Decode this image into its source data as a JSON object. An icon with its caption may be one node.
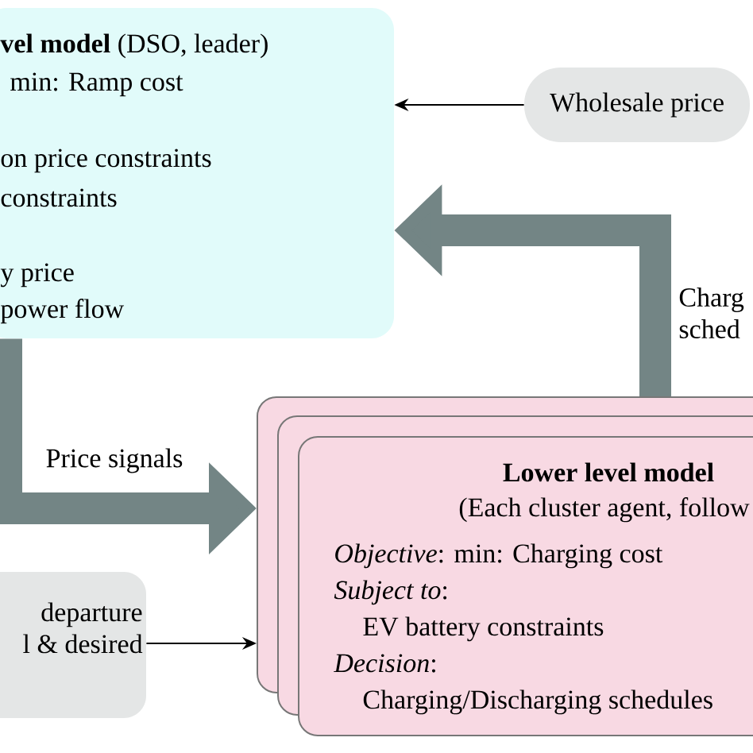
{
  "diagram": {
    "nodes": [
      {
        "text": [
          "**vel model** (DSO, leader)",
          "min: Ramp cost",
          "on price constraints",
          "constraints",
          "y price",
          "power flow"
        ]
      },
      {
        "text": [
          "Wholesale price"
        ]
      },
      {
        "text": [],
        "shape": "box"
      },
      {
        "text": [],
        "shape": "box"
      },
      {
        "text": [
          "Lower level model",
          "(Each cluster agent, follow",
          "*Objective*:  min: Charging cost",
          "*Subject to*:",
          "EV battery constraints",
          "*Decision*:",
          "Charging/Discharging schedules"
        ]
      },
      {
        "text": [
          "departure",
          "l & desired"
        ]
      }
    ],
    "edges": [
      {
        "from": 1,
        "to": 0,
        "arrow": "to"
      },
      {
        "from": 2,
        "to": 0,
        "arrow": "to",
        "style": "thick",
        "color": "#738585",
        "label": "Charg sched"
      },
      {
        "from": 0,
        "to": 2,
        "arrow": "to",
        "style": "thick",
        "color": "#738585",
        "label": "Price signals"
      },
      {
        "from": 5,
        "to": 2,
        "arrow": "to"
      }
    ]
  }
}
